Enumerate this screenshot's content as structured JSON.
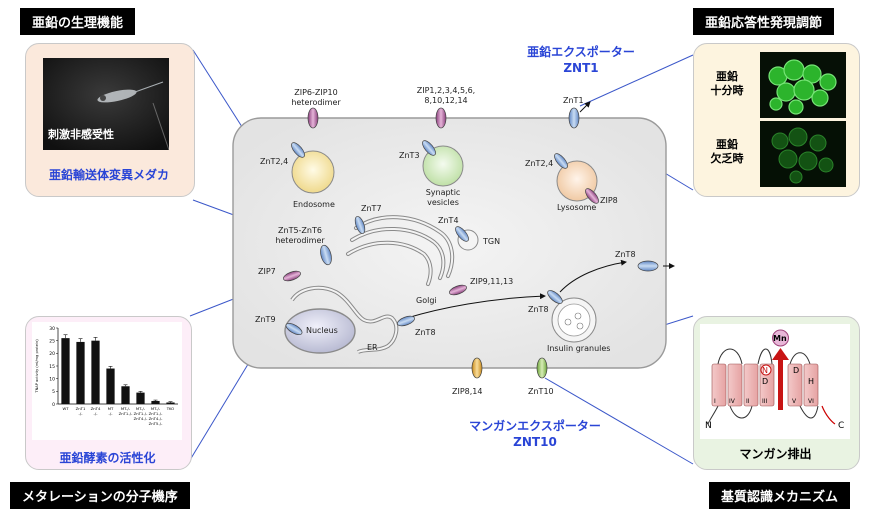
{
  "headers": {
    "physiology": "亜鉛の生理機能",
    "regulation": "亜鉛応答性発現調節",
    "metalation": "メタレーションの分子機序",
    "recognition": "基質認識メカニズム"
  },
  "top_left_panel": {
    "photo_caption": "刺激非感受性",
    "title": "亜鉛輸送体変異メダカ"
  },
  "bottom_left_panel": {
    "title": "亜鉛酵素の活性化",
    "chart_data": {
      "type": "bar",
      "categories": [
        "WT",
        "ZnT1-/-",
        "ZnT4-/-",
        "MT-/-",
        "MT-/- ZnT1-/-",
        "MT-/- ZnT1-/- ZnT4-/-",
        "MT-/- ZnT1-/- ZnT4-/- ZnT5-/-",
        "TKO"
      ],
      "values": [
        26,
        24.5,
        25,
        14,
        7,
        4.5,
        1.2,
        0.6
      ],
      "ylabel": "TNAP activity (ml/mg protein)",
      "ylim": [
        0,
        30
      ],
      "yticks": [
        "0",
        "5",
        "10",
        "15",
        "20",
        "25",
        "30"
      ],
      "xlabels": [
        [
          "WT"
        ],
        [
          "ZnT1",
          "-/-"
        ],
        [
          "ZnT4",
          "-/-"
        ],
        [
          "MT",
          "-/-"
        ],
        [
          "MT-/-",
          "ZnT1-/-"
        ],
        [
          "MT-/-",
          "ZnT1-/-",
          "ZnT4-/-"
        ],
        [
          "MT-/-",
          "ZnT1-/-",
          "ZnT4-/-",
          "ZnT5-/-"
        ],
        [
          "TKO"
        ]
      ]
    }
  },
  "top_right_panel": {
    "zinc_sufficient": "亜鉛\n十分時",
    "zinc_deficient": "亜鉛\n欠乏時"
  },
  "bottom_right_panel": {
    "title": "マンガン排出",
    "ion": "Mn",
    "n_term": "N",
    "c_term": "C",
    "residue_d1": "D",
    "residue_n": "N",
    "residue_d2": "D",
    "residue_h": "H",
    "helices": [
      "I",
      "IV",
      "II",
      "III",
      "V",
      "VI"
    ]
  },
  "exporter_labels": {
    "znt1_line1": "亜鉛エクスポーター",
    "znt1_line2": "ZNT1",
    "znt10_line1": "マンガンエクスポーター",
    "znt10_line2": "ZNT10"
  },
  "cell": {
    "zip6_zip10": "ZIP6-ZIP10\nheterodimer",
    "zip_list": "ZIP1,2,3,4,5,6,\n8,10,12,14",
    "znt1": "ZnT1",
    "znt2_4_left": "ZnT2,4",
    "endosome": "Endosome",
    "znt3": "ZnT3",
    "synaptic": "Synaptic\nvesicles",
    "znt2_4_right": "ZnT2,4",
    "zip8": "ZIP8",
    "lysosome": "Lysosome",
    "znt7": "ZnT7",
    "znt4": "ZnT4",
    "tgn": "TGN",
    "znt5_znt6": "ZnT5-ZnT6\nheterodimer",
    "zip7": "ZIP7",
    "zip9_11_13": "ZIP9,11,13",
    "golgi": "Golgi",
    "znt8_right": "ZnT8",
    "znt8_mid": "ZnT8",
    "znt9": "ZnT9",
    "nucleus": "Nucleus",
    "er": "ER",
    "znt8_low": "ZnT8",
    "insulin": "Insulin granules",
    "zip8_14": "ZIP8,14",
    "znt10": "ZnT10"
  }
}
